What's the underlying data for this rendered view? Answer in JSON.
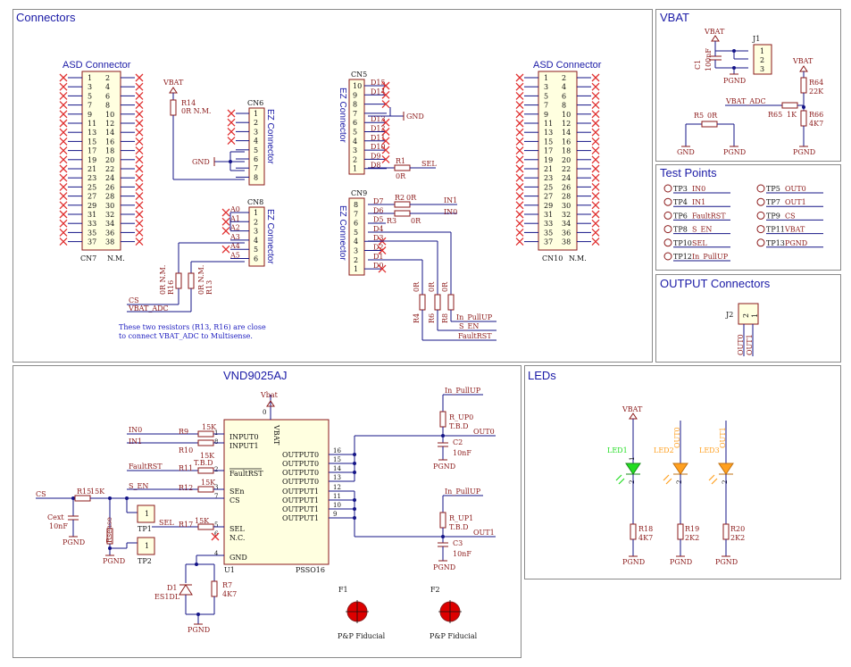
{
  "colors": {
    "frame": "#8a8a8a",
    "title": "#1a1aa6",
    "wire": "#141487",
    "part": "#8b1a1a",
    "body": "#ffffe0",
    "label": "#8b1a1a",
    "pin": "#111111",
    "nc": "#e03030",
    "note": "#2020c0",
    "led_green": "#22dd22",
    "led_orange": "#ffa020",
    "fiducial": "#dd0000"
  },
  "panels": {
    "connectors": "Connectors",
    "vbat": "VBAT",
    "test_points": "Test Points",
    "output_connectors": "OUTPUT Connectors",
    "vnd": "VND9025AJ",
    "leds": "LEDs"
  },
  "connectors": {
    "asd_left_title": "ASD Connector",
    "asd_right_title": "ASD Connector",
    "cn7": "CN7",
    "cn7_value": "N.M.",
    "cn10": "CN10",
    "cn10_value": "N.M.",
    "asd_pins_left": [
      "1",
      "3",
      "5",
      "7",
      "9",
      "11",
      "13",
      "15",
      "17",
      "19",
      "21",
      "23",
      "25",
      "27",
      "29",
      "31",
      "33",
      "35",
      "37"
    ],
    "asd_pins_right": [
      "2",
      "4",
      "6",
      "8",
      "10",
      "12",
      "14",
      "16",
      "18",
      "20",
      "22",
      "24",
      "26",
      "28",
      "30",
      "32",
      "34",
      "36",
      "38"
    ],
    "vbat_label": "VBAT",
    "r14": "R14",
    "r14_value": "0R N.M.",
    "cn6": "CN6",
    "cn6_title": "EZ Connector",
    "cn6_pins": [
      "1",
      "2",
      "3",
      "4",
      "5",
      "6",
      "7",
      "8"
    ],
    "gnd": "GND",
    "cn8": "CN8",
    "cn8_title": "EZ Connector",
    "cn8_pins": [
      "1",
      "2",
      "3",
      "4",
      "5",
      "6"
    ],
    "cn8_nets": [
      "A0",
      "A1",
      "A2",
      "A3",
      "A4",
      "A5"
    ],
    "r16": "R16",
    "r16_value": "0R N.M.",
    "r13": "R13",
    "r13_value": "0R N.M.",
    "cs": "CS",
    "vbat_adc": "VBAT_ADC",
    "note_line1": "These two resistors (R13, R16) are close",
    "note_line2": "to connect VBAT_ADC to Multisense.",
    "cn5": "CN5",
    "cn5_title": "EZ Connector",
    "cn5_pins": [
      "10",
      "9",
      "8",
      "7",
      "6",
      "5",
      "4",
      "3",
      "2",
      "1"
    ],
    "cn5_nets": [
      "D15",
      "D14",
      "",
      "",
      "D13",
      "D12",
      "D11",
      "D10",
      "D9",
      "D8"
    ],
    "cn5_gnd": "GND",
    "r1": "R1",
    "r1_value": "0R",
    "sel": "SEL",
    "cn9": "CN9",
    "cn9_title": "EZ Connector",
    "cn9_pins": [
      "8",
      "7",
      "6",
      "5",
      "4",
      "3",
      "2",
      "1"
    ],
    "cn9_nets": [
      "D7",
      "D6",
      "D5",
      "D4",
      "D3",
      "D2",
      "D1",
      "D0"
    ],
    "r2": "R2",
    "r2_value": "0R",
    "r3": "R3",
    "r3_value": "0R",
    "in1": "IN1",
    "in0": "IN0",
    "r4": "R4",
    "r6": "R6",
    "r8": "R8",
    "r468_value": "0R",
    "in_pullup": "In_PullUP",
    "s_en": "S_EN",
    "faultrst": "FaultRST"
  },
  "vbat_panel": {
    "vbat": "VBAT",
    "c1": "C1",
    "c1_value": "100nF",
    "j1": "J1",
    "j1_pins": [
      "1",
      "2",
      "3"
    ],
    "pgnd": "PGND",
    "vbat2": "VBAT",
    "r64": "R64",
    "r64_value": "22K",
    "vbat_adc": "VBAT_ADC",
    "r5": "R5",
    "r5_value": "0R",
    "r65": "R65",
    "r65_value": "1K",
    "r66": "R66",
    "r66_value": "4K7",
    "gnd": "GND",
    "pgnd2": "PGND",
    "pgnd3": "PGND"
  },
  "test_points": {
    "left": [
      {
        "id": "TP3",
        "net": "IN0"
      },
      {
        "id": "TP4",
        "net": "IN1"
      },
      {
        "id": "TP6",
        "net": "FaultRST"
      },
      {
        "id": "TP8",
        "net": "S_EN"
      },
      {
        "id": "TP10",
        "net": "SEL"
      },
      {
        "id": "TP12",
        "net": "In_PullUP"
      }
    ],
    "right": [
      {
        "id": "TP5",
        "net": "OUT0"
      },
      {
        "id": "TP7",
        "net": "OUT1"
      },
      {
        "id": "TP9",
        "net": "CS"
      },
      {
        "id": "TP11",
        "net": "VBAT"
      },
      {
        "id": "TP13",
        "net": "PGND"
      }
    ]
  },
  "output_connectors": {
    "j2": "J2",
    "pins": [
      "1",
      "2"
    ],
    "out0": "OUT0",
    "out1": "OUT1"
  },
  "vnd": {
    "vbat": "Vbat",
    "in0": "IN0",
    "in1": "IN1",
    "faultrst": "FaultRST",
    "s_en": "S_EN",
    "cs": "CS",
    "sel": "SEL",
    "r9": "R9",
    "r9_value": "15K",
    "r10": "R10",
    "r10_value": "15K",
    "r11": "R11",
    "r11_value": "T.B.D",
    "r12": "R12",
    "r12_value": "15K",
    "r15": "R15",
    "r15_value": "15K",
    "r17": "R17",
    "r17_value": "15K",
    "cext": "Cext",
    "cext_value": "10nF",
    "rsense": "Rsense",
    "tp1": "TP1",
    "tp2": "TP2",
    "tp_pin": "1",
    "pgnd": "PGND",
    "u1": "U1",
    "u1_package": "PSSO16",
    "left_pins": [
      "INPUT0",
      "INPUT1",
      "FaultRST",
      "SEn",
      "CS",
      "SEL",
      "N.C.",
      "GND"
    ],
    "left_pin_numbers": [
      "1",
      "8",
      "2",
      "3",
      "7",
      "5",
      "6",
      "4"
    ],
    "vbat_pin": "VBAT",
    "vbat_pin_number": "0",
    "right_pins": [
      "OUTPUT0",
      "OUTPUT0",
      "OUTPUT0",
      "OUTPUT0",
      "OUTPUT1",
      "OUTPUT1",
      "OUTPUT1",
      "OUTPUT1"
    ],
    "right_pin_numbers": [
      "16",
      "15",
      "14",
      "13",
      "12",
      "11",
      "10",
      "9"
    ],
    "in_pullup_0": "In_PullUP",
    "r_up0": "R_UP0",
    "r_up0_value": "T.B.D",
    "c2": "C2",
    "c2_value": "10nF",
    "out0": "OUT0",
    "in_pullup_1": "In_PullUP",
    "r_up1": "R_UP1",
    "r_up1_value": "T.B.D",
    "c3": "C3",
    "c3_value": "10nF",
    "out1": "OUT1",
    "d1": "D1",
    "d1_value": "ES1DL",
    "r7": "R7",
    "r7_value": "4K7",
    "f1": "F1",
    "f2": "F2",
    "fiducial": "P&P Fiducial"
  },
  "leds": {
    "vbat": "VBAT",
    "out0": "OUT0",
    "out1": "OUT1",
    "led1": "LED1",
    "led2": "LED2",
    "led3": "LED3",
    "pin_a": "1",
    "pin_k": "2",
    "r18": "R18",
    "r18_value": "4K7",
    "r19": "R19",
    "r19_value": "2K2",
    "r20": "R20",
    "r20_value": "2K2",
    "pgnd": "PGND"
  }
}
